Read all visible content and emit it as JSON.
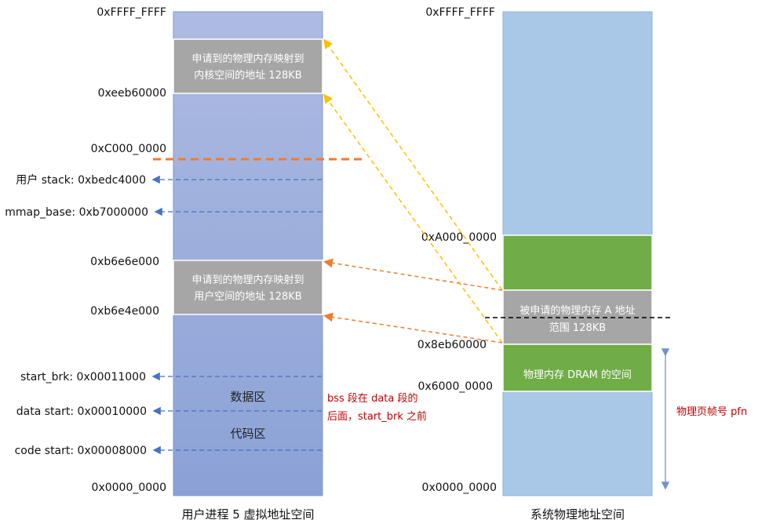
{
  "virtual": {
    "caption": "用户进程 5 虚拟地址空间",
    "addr_top": "0xFFFF_FFFF",
    "addr_eeb60000": "0xeeb60000",
    "addr_c000": "0xC000_0000",
    "addr_b6e6e000": "0xb6e6e000",
    "addr_b6e4e000": "0xb6e4e000",
    "addr_bottom": "0x0000_0000",
    "kernel_map_line1": "申请到的物理内存映射到",
    "kernel_map_line2": "内核空间的地址 128KB",
    "user_map_line1": "申请到的物理内存映射到",
    "user_map_line2": "用户空间的地址 128KB",
    "data_area": "数据区",
    "code_area": "代码区",
    "stack_label": "用户 stack: 0xbedc4000",
    "mmap_label": "mmap_base: 0xb7000000",
    "start_brk_label": "start_brk: 0x00011000",
    "data_start_label": "data start: 0x00010000",
    "code_start_label": "code start: 0x00008000",
    "bss_note_line1": "bss 段在 data 段的",
    "bss_note_line2": "后面，start_brk 之前"
  },
  "physical": {
    "caption": "系统物理地址空间",
    "addr_top": "0xFFFF_FFFF",
    "addr_a000": "0xA000_0000",
    "addr_8eb60000": "0x8eb60000",
    "addr_6000": "0x6000_0000",
    "addr_bottom": "0x0000_0000",
    "alloc_line1": "被申请的物理内存 A 地址",
    "alloc_line2": "范围 128KB",
    "dram_label": "物理内存 DRAM 的空间",
    "pfn_label": "物理页帧号 pfn"
  },
  "colors": {
    "virtual_fill_top": "#a9b8e0",
    "virtual_fill_bottom": "#8aa0d6",
    "grey_block": "#a6a6a6",
    "physical_blue": "#a9c8e8",
    "dram_green": "#70ad47",
    "orange": "#ed7d31",
    "yellow": "#ffc000",
    "blue_dash": "#4472c4"
  }
}
